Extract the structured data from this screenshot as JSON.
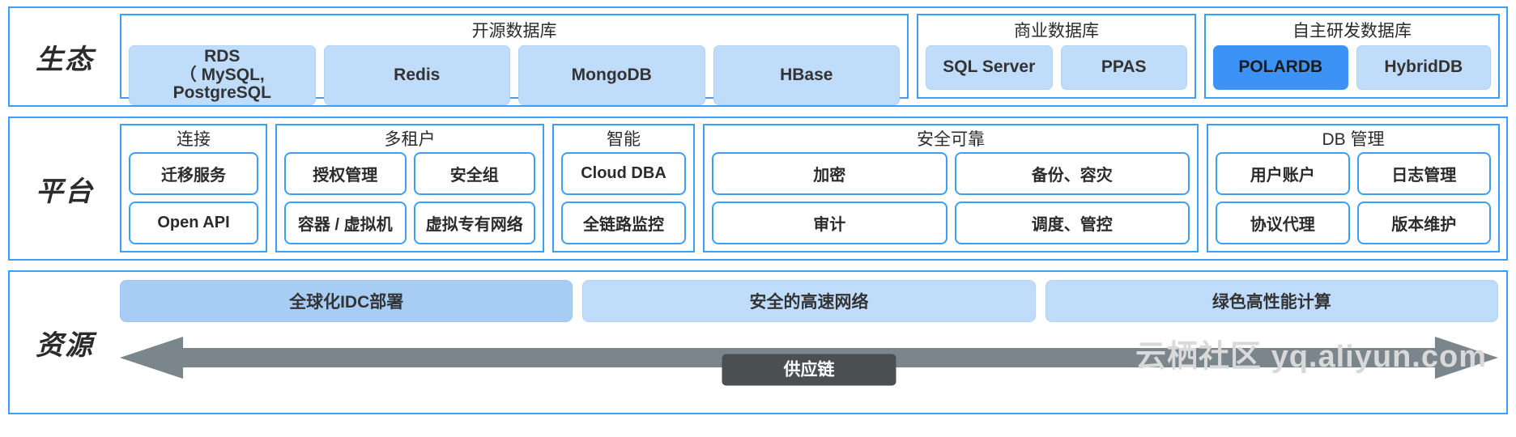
{
  "bands": {
    "ecosystem": {
      "label": "生态",
      "groups": [
        {
          "title": "开源数据库",
          "items": [
            {
              "label": "RDS\n（ MySQL, PostgreSQL",
              "accent": false
            },
            {
              "label": "Redis",
              "accent": false
            },
            {
              "label": "MongoDB",
              "accent": false
            },
            {
              "label": "HBase",
              "accent": false
            }
          ]
        },
        {
          "title": "商业数据库",
          "items": [
            {
              "label": "SQL Server",
              "accent": false
            },
            {
              "label": "PPAS",
              "accent": false
            }
          ]
        },
        {
          "title": "自主研发数据库",
          "items": [
            {
              "label": "POLARDB",
              "accent": true
            },
            {
              "label": "HybridDB",
              "accent": false
            }
          ]
        }
      ]
    },
    "platform": {
      "label": "平台",
      "groups": [
        {
          "title": "连接",
          "rows": [
            [
              "迁移服务"
            ],
            [
              "Open API"
            ]
          ]
        },
        {
          "title": "多租户",
          "rows": [
            [
              "授权管理",
              "安全组"
            ],
            [
              "容器 / 虚拟机",
              "虚拟专有网络"
            ]
          ]
        },
        {
          "title": "智能",
          "rows": [
            [
              "Cloud DBA"
            ],
            [
              "全链路监控"
            ]
          ]
        },
        {
          "title": "安全可靠",
          "rows": [
            [
              "加密",
              "备份、容灾"
            ],
            [
              "审计",
              "调度、管控"
            ]
          ]
        },
        {
          "title": "DB 管理",
          "rows": [
            [
              "用户账户",
              "日志管理"
            ],
            [
              "协议代理",
              "版本维护"
            ]
          ]
        }
      ]
    },
    "resource": {
      "label": "资源",
      "chips": [
        {
          "label": "全球化IDC部署",
          "dark": true
        },
        {
          "label": "安全的高速网络",
          "dark": false
        },
        {
          "label": "绿色高性能计算",
          "dark": false
        }
      ],
      "supply_chain": "供应链"
    }
  },
  "watermark": "云栖社区 yq.aliyun.com",
  "colors": {
    "border_blue": "#3d9ef5",
    "chip_fill": "#bfdcfb",
    "chip_fill_dark": "#a8cdf5",
    "accent_blue": "#3d93f5",
    "arrow_gray": "#7b868c",
    "pill_dark": "#4a4f52",
    "text": "#2b2b2b",
    "watermark": "#d9d9d9"
  }
}
